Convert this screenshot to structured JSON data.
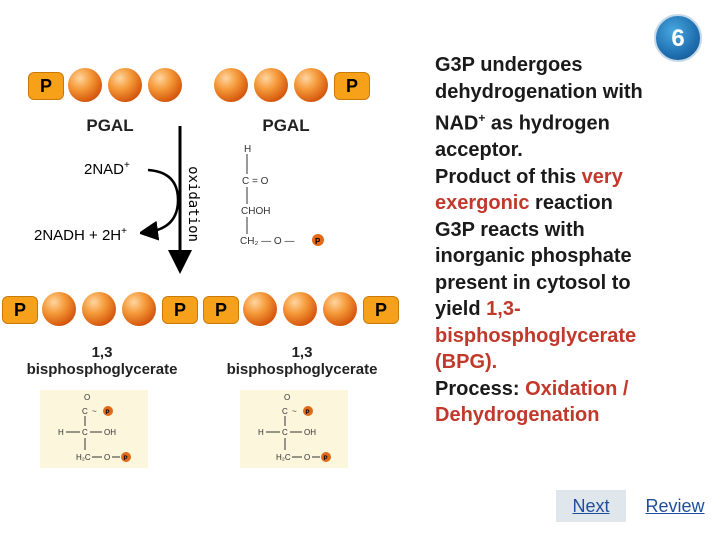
{
  "top_left_label": "PGAL",
  "top_right_label": "PGAL",
  "cofactor_in": "2NAD",
  "cofactor_in_sup": "+",
  "cofactor_out": "2NADH + 2H",
  "cofactor_out_sup": "+",
  "arrow_label": "oxidation",
  "phosphate": "P",
  "bottom_left_label_line1": "1,3",
  "bottom_left_label_line2": "bisphosphoglycerate",
  "bottom_right_label_line1": "1,3",
  "bottom_right_label_line2": "bisphosphoglycerate",
  "structure_top": {
    "c1": "H",
    "c2": "C = O",
    "c3": "CHOH",
    "c4": "CH₂ — O —",
    "p": "P"
  },
  "structure_bottom": {
    "o": "O",
    "c1": "C",
    "c2": "C",
    "oh": "OH",
    "h": "H",
    "c3": "H₂C",
    "o2": "O",
    "p": "P"
  },
  "step_number": "6",
  "text": {
    "l1": "G3P undergoes",
    "l2": "dehydrogenation with",
    "l3a": "NAD",
    "l3sup": "+",
    "l3b": " as hydrogen",
    "l4": "acceptor.",
    "l5a": "Product of this ",
    "l5red": "very",
    "l6red": "exergonic",
    "l6b": " reaction",
    "l7": "G3P reacts with",
    "l8": "inorganic phosphate",
    "l9": "present in cytosol to",
    "l10a": "yield ",
    "l10red": "1,3-",
    "l11red": "bisphosphoglycerate",
    "l12red": "(BPG).",
    "l13a": "Process:  ",
    "l13red": "Oxidation /",
    "l14red": "Dehydrogenation"
  },
  "nav": {
    "next": "Next",
    "review": "Review"
  },
  "colors": {
    "accent_red": "#c0392b",
    "phosphate": "#f7a11a",
    "carbon": "#e06a1a",
    "badge": "#1f6fb0"
  }
}
